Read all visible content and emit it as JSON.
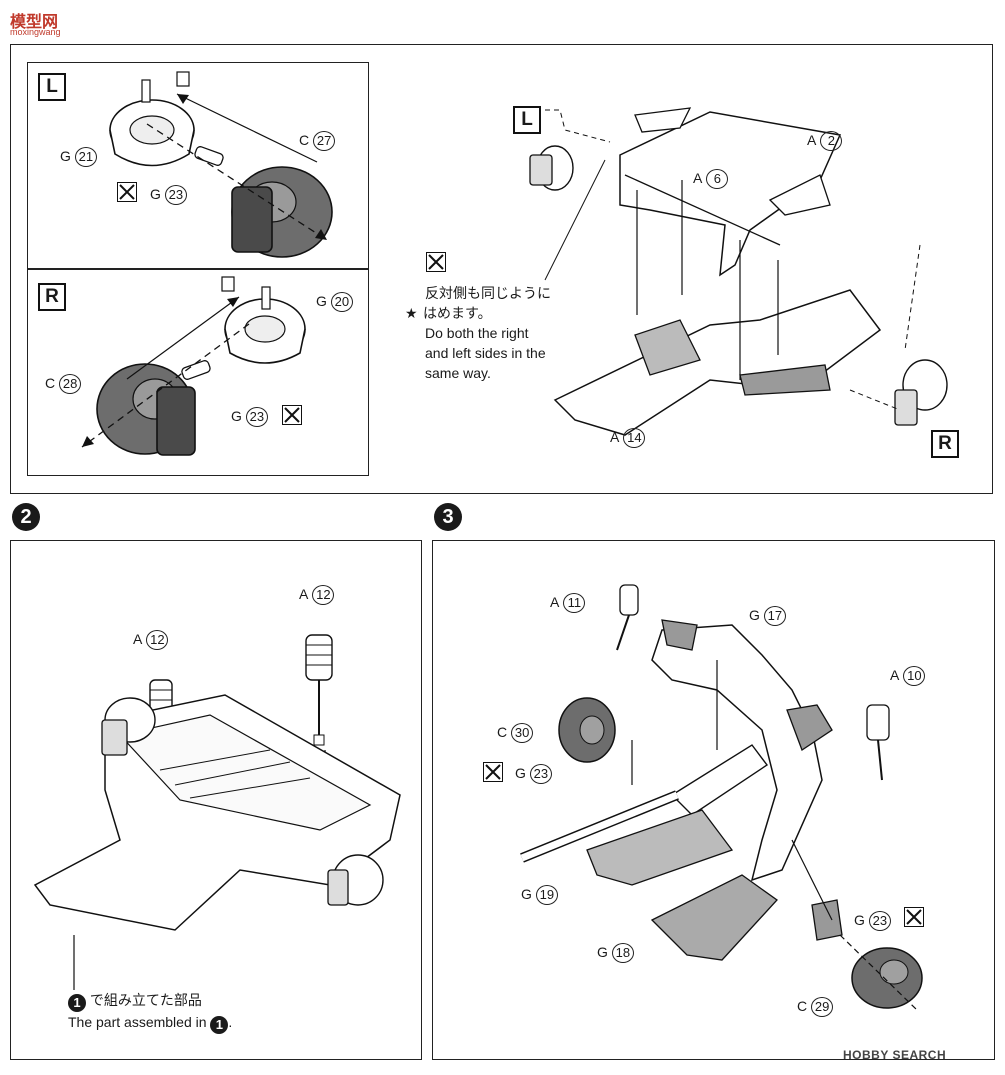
{
  "logo": {
    "text": "模型网",
    "subtext": "moxingwang"
  },
  "watermark": {
    "text": "HOBBY SEARCH"
  },
  "step1": {
    "box_L": {
      "letter": "L",
      "parts": {
        "g21": {
          "prefix": "G",
          "num": "21"
        },
        "c27": {
          "prefix": "C",
          "num": "27"
        },
        "g23": {
          "prefix": "G",
          "num": "23"
        }
      }
    },
    "box_R": {
      "letter": "R",
      "parts": {
        "g20": {
          "prefix": "G",
          "num": "20"
        },
        "c28": {
          "prefix": "C",
          "num": "28"
        },
        "g23": {
          "prefix": "G",
          "num": "23"
        }
      }
    },
    "main": {
      "label_L": "L",
      "label_R": "R",
      "parts": {
        "a2": {
          "prefix": "A",
          "num": "2"
        },
        "a6": {
          "prefix": "A",
          "num": "6"
        },
        "a14": {
          "prefix": "A",
          "num": "14"
        }
      },
      "note_jp_1": "反対側も同じように",
      "note_jp_2": "はめます。",
      "note_en": [
        "Do both the right",
        "and left sides in the",
        "same way."
      ],
      "note_star": "★"
    }
  },
  "step2": {
    "number": "2",
    "parts": {
      "a12_left": {
        "prefix": "A",
        "num": "12"
      },
      "a12_right": {
        "prefix": "A",
        "num": "12"
      }
    },
    "caption_jp": "で組み立てた部品",
    "caption_en": "The part assembled in",
    "ref_step": "1"
  },
  "step3": {
    "number": "3",
    "parts": {
      "a11": {
        "prefix": "A",
        "num": "11"
      },
      "g17": {
        "prefix": "G",
        "num": "17"
      },
      "a10": {
        "prefix": "A",
        "num": "10"
      },
      "c30": {
        "prefix": "C",
        "num": "30"
      },
      "g23a": {
        "prefix": "G",
        "num": "23"
      },
      "g19": {
        "prefix": "G",
        "num": "19"
      },
      "g18": {
        "prefix": "G",
        "num": "18"
      },
      "g23b": {
        "prefix": "G",
        "num": "23"
      },
      "c29": {
        "prefix": "C",
        "num": "29"
      }
    }
  },
  "colors": {
    "ink": "#1a1a1a",
    "shade": "#8a8a8a",
    "paper": "#ffffff"
  }
}
